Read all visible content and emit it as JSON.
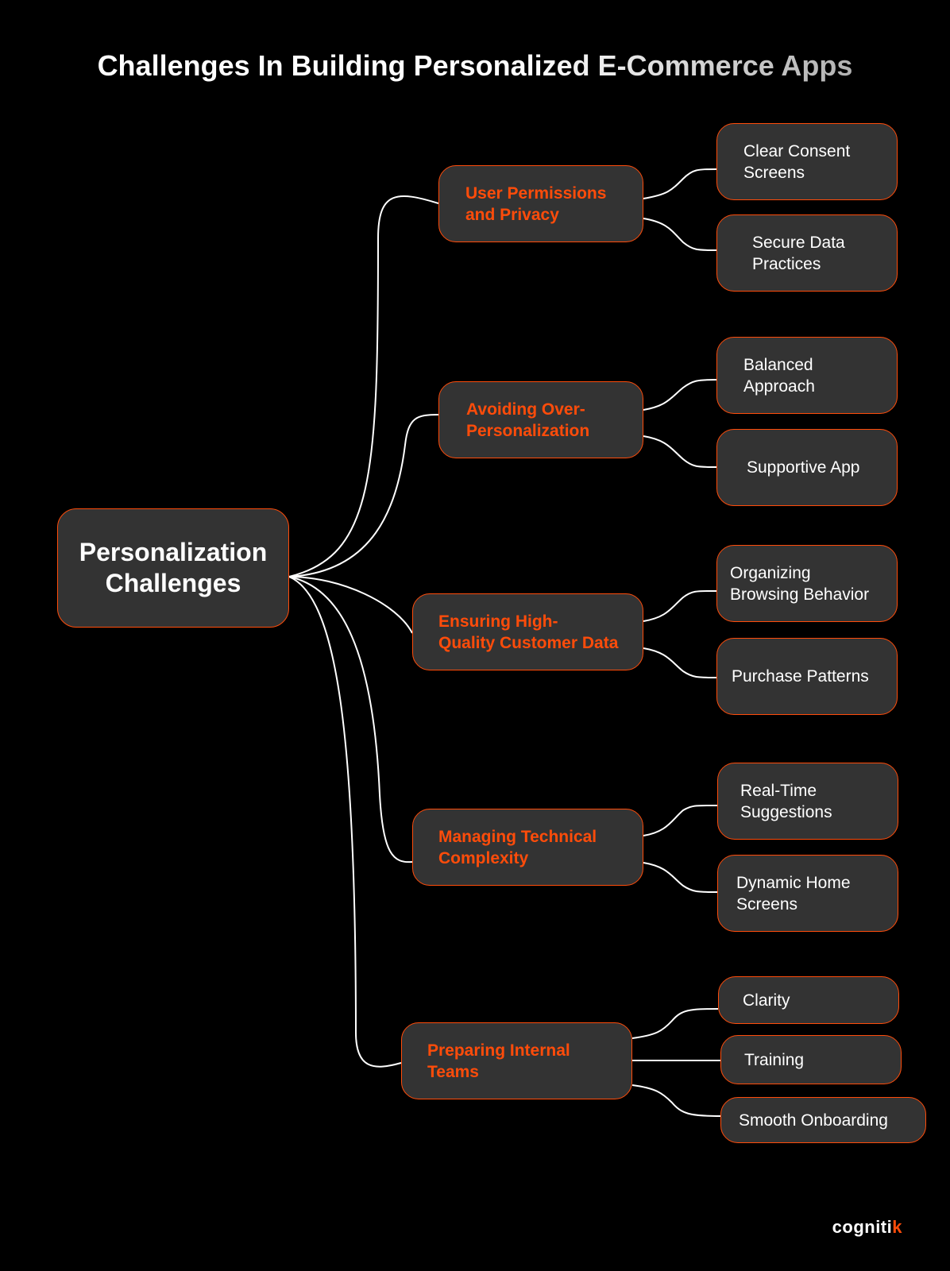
{
  "title": "Challenges In Building Personalized E-Commerce Apps",
  "root": {
    "line1": "Personalization",
    "line2": "Challenges"
  },
  "branches": [
    {
      "label_line1": "User Permissions",
      "label_line2": "and Privacy",
      "children": [
        {
          "line1": "Clear Consent",
          "line2": "Screens"
        },
        {
          "line1": "Secure Data",
          "line2": "Practices"
        }
      ]
    },
    {
      "label_line1": "Avoiding Over-",
      "label_line2": "Personalization",
      "children": [
        {
          "line1": "Balanced",
          "line2": "Approach"
        },
        {
          "line1": "Supportive App",
          "line2": ""
        }
      ]
    },
    {
      "label_line1": "Ensuring High-",
      "label_line2": "Quality Customer Data",
      "children": [
        {
          "line1": "Organizing",
          "line2": "Browsing Behavior"
        },
        {
          "line1": "Purchase Patterns",
          "line2": ""
        }
      ]
    },
    {
      "label_line1": "Managing Technical",
      "label_line2": "Complexity",
      "children": [
        {
          "line1": "Real-Time",
          "line2": "Suggestions"
        },
        {
          "line1": "Dynamic Home",
          "line2": "Screens"
        }
      ]
    },
    {
      "label_line1": "Preparing Internal",
      "label_line2": "Teams",
      "children": [
        {
          "line1": "Clarity",
          "line2": ""
        },
        {
          "line1": "Training",
          "line2": ""
        },
        {
          "line1": "Smooth Onboarding",
          "line2": ""
        }
      ]
    }
  ],
  "logo": {
    "text": "cogniti",
    "accent": "k"
  },
  "colors": {
    "background": "#000000",
    "node_fill": "#333333",
    "accent": "#ff4c0a",
    "text": "#ffffff",
    "connector": "#ffffff"
  }
}
